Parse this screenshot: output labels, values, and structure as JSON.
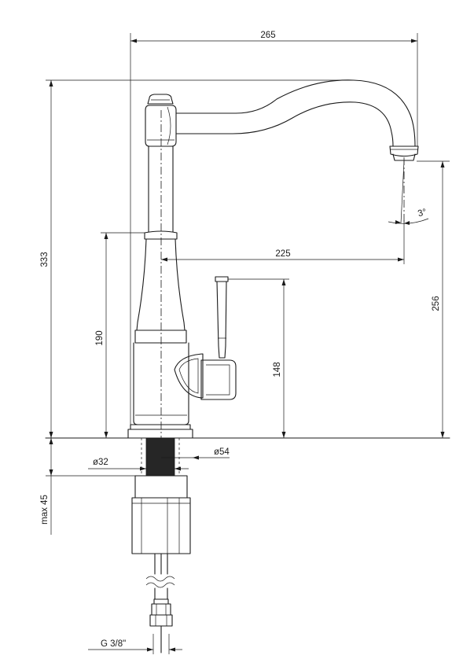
{
  "dimensions": {
    "spout_reach_total": "265",
    "total_height": "333",
    "spout_reach_axis": "225",
    "spout_outlet_height": "256",
    "body_height": "190",
    "lever_height": "148",
    "base_diameter": "ø54",
    "shank_diameter": "ø32",
    "max_counter_thickness": "max 45",
    "connection_thread": "G 3/8\"",
    "spout_angle": "3°"
  }
}
